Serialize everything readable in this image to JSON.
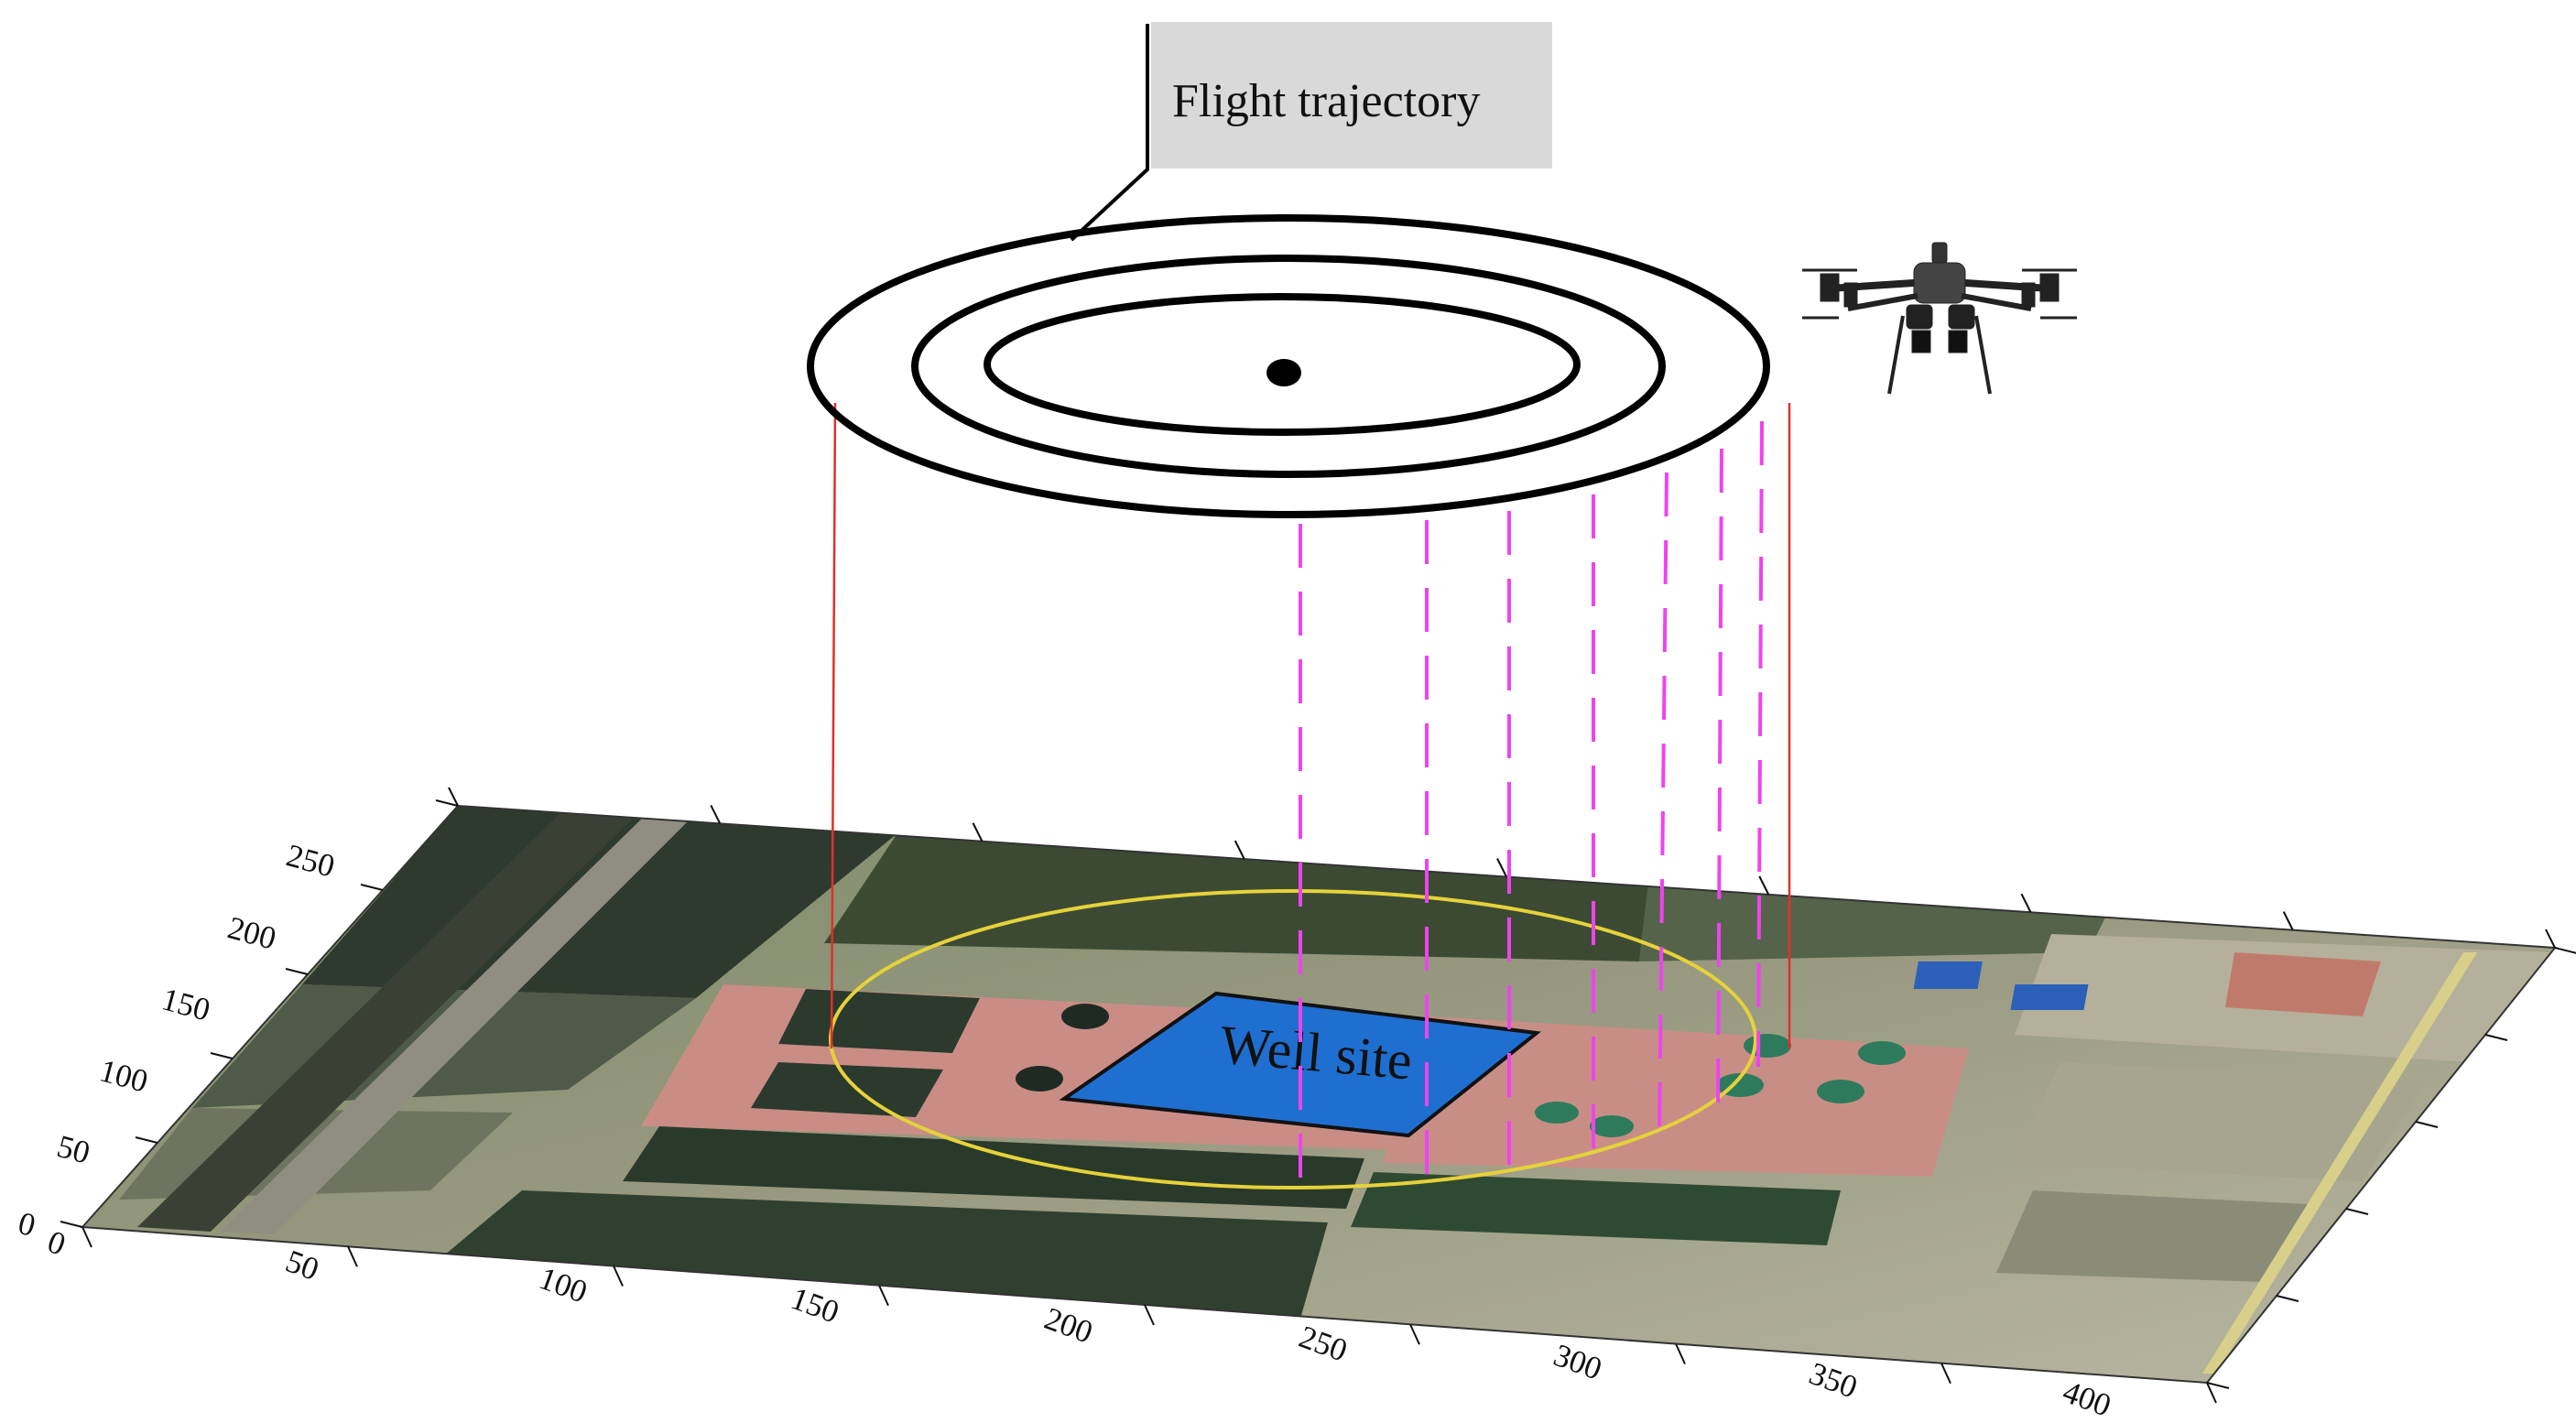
{
  "callout": {
    "label": "Flight trajectory"
  },
  "well_site": {
    "label": "Well site"
  },
  "axes": {
    "x_ticks": [
      "0",
      "50",
      "100",
      "150",
      "200",
      "250",
      "300",
      "350",
      "400"
    ],
    "y_ticks": [
      "0",
      "50",
      "100",
      "150",
      "200",
      "250"
    ]
  },
  "colors": {
    "trajectory": "#000000",
    "well_site_fill": "#1f6fd1",
    "survey_circle": "#e6d23a",
    "projection_solid": "#e0302a",
    "projection_dashed": "#ee44ee",
    "callout_box": "#d9d9d9"
  },
  "icons": {
    "drone": "drone-icon"
  }
}
